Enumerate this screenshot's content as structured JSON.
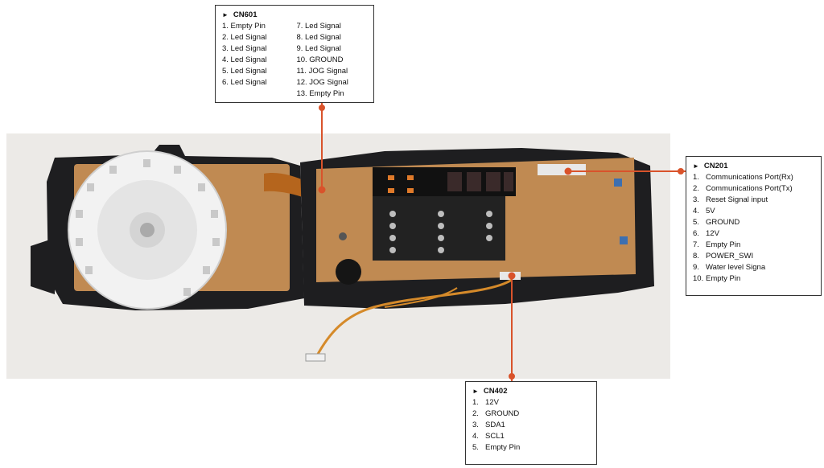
{
  "colors": {
    "leader": "#d9532b",
    "board": "#c08a52",
    "housing": "#1e1e20",
    "background_photo": "#eceae7"
  },
  "cn601": {
    "title": "CN601",
    "left_items": [
      "1. Empty Pin",
      "2. Led Signal",
      "3. Led Signal",
      "4. Led Signal",
      "5. Led Signal",
      "6. Led Signal"
    ],
    "right_items": [
      "7. Led Signal",
      "8. Led Signal",
      "9. Led Signal",
      "10. GROUND",
      "11. JOG Signal",
      "12. JOG Signal",
      "13. Empty Pin"
    ]
  },
  "cn201": {
    "title": "CN201",
    "items": [
      {
        "num": "1.",
        "label": "Communications Port(Rx)"
      },
      {
        "num": "2.",
        "label": "Communications Port(Tx)"
      },
      {
        "num": "3.",
        "label": "Reset Signal input"
      },
      {
        "num": "4.",
        "label": "5V"
      },
      {
        "num": "5.",
        "label": "GROUND"
      },
      {
        "num": "6.",
        "label": "12V"
      },
      {
        "num": "7.",
        "label": "Empty Pin"
      },
      {
        "num": "8.",
        "label": "POWER_SWI"
      },
      {
        "num": "9.",
        "label": "Water level Signa"
      },
      {
        "num": "10.",
        "label": "Empty Pin"
      }
    ]
  },
  "cn402": {
    "title": "CN402",
    "items": [
      {
        "num": "1.",
        "label": "12V"
      },
      {
        "num": "2.",
        "label": "GROUND"
      },
      {
        "num": "3.",
        "label": "SDA1"
      },
      {
        "num": "4.",
        "label": "SCL1"
      },
      {
        "num": "5.",
        "label": "Empty Pin"
      }
    ]
  }
}
